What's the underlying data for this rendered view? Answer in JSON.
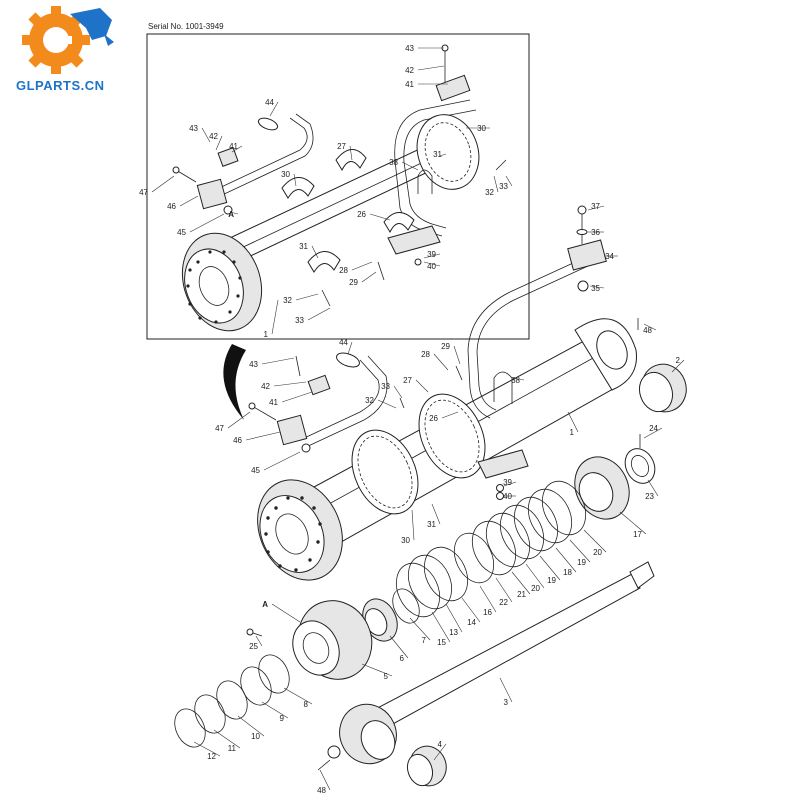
{
  "brand": {
    "name": "GLPARTS.CN",
    "colors": {
      "orange": "#f28a1c",
      "blue": "#1e73c8"
    }
  },
  "inset": {
    "serial_text": "Serial No. 1001-3949"
  },
  "callouts": [
    {
      "id": "i43",
      "text": "43"
    },
    {
      "id": "i42",
      "text": "42"
    },
    {
      "id": "i41",
      "text": "41"
    },
    {
      "id": "i44",
      "text": "44"
    },
    {
      "id": "i30a",
      "text": "30"
    },
    {
      "id": "i31a",
      "text": "31"
    },
    {
      "id": "i38",
      "text": "38"
    },
    {
      "id": "i32a",
      "text": "32"
    },
    {
      "id": "i33a",
      "text": "33"
    },
    {
      "id": "i43b",
      "text": "43"
    },
    {
      "id": "i42b",
      "text": "42"
    },
    {
      "id": "i41b",
      "text": "41"
    },
    {
      "id": "i47",
      "text": "47"
    },
    {
      "id": "i46",
      "text": "46"
    },
    {
      "id": "iA",
      "text": "A"
    },
    {
      "id": "i45",
      "text": "45"
    },
    {
      "id": "i27",
      "text": "27"
    },
    {
      "id": "i30b",
      "text": "30"
    },
    {
      "id": "i26",
      "text": "26"
    },
    {
      "id": "i31b",
      "text": "31"
    },
    {
      "id": "i39",
      "text": "39"
    },
    {
      "id": "i40",
      "text": "40"
    },
    {
      "id": "i29",
      "text": "29"
    },
    {
      "id": "i28",
      "text": "28"
    },
    {
      "id": "i32b",
      "text": "32"
    },
    {
      "id": "i33b",
      "text": "33"
    },
    {
      "id": "i1",
      "text": "1"
    },
    {
      "id": "m37",
      "text": "37"
    },
    {
      "id": "m36",
      "text": "36"
    },
    {
      "id": "m34",
      "text": "34"
    },
    {
      "id": "m35",
      "text": "35"
    },
    {
      "id": "m48a",
      "text": "48"
    },
    {
      "id": "m2",
      "text": "2"
    },
    {
      "id": "m29",
      "text": "29"
    },
    {
      "id": "m28",
      "text": "28"
    },
    {
      "id": "m38",
      "text": "38"
    },
    {
      "id": "m44",
      "text": "44"
    },
    {
      "id": "m43",
      "text": "43"
    },
    {
      "id": "m42",
      "text": "42"
    },
    {
      "id": "m41",
      "text": "41"
    },
    {
      "id": "m33",
      "text": "33"
    },
    {
      "id": "m32",
      "text": "32"
    },
    {
      "id": "m27",
      "text": "27"
    },
    {
      "id": "m26",
      "text": "26"
    },
    {
      "id": "m1",
      "text": "1"
    },
    {
      "id": "m47",
      "text": "47"
    },
    {
      "id": "m46",
      "text": "46"
    },
    {
      "id": "m45",
      "text": "45"
    },
    {
      "id": "m39",
      "text": "39"
    },
    {
      "id": "m40",
      "text": "40"
    },
    {
      "id": "m30",
      "text": "30"
    },
    {
      "id": "m31",
      "text": "31"
    },
    {
      "id": "m24",
      "text": "24"
    },
    {
      "id": "m23",
      "text": "23"
    },
    {
      "id": "m17",
      "text": "17"
    },
    {
      "id": "m20a",
      "text": "20"
    },
    {
      "id": "m19a",
      "text": "19"
    },
    {
      "id": "m18",
      "text": "18"
    },
    {
      "id": "m19b",
      "text": "19"
    },
    {
      "id": "m20b",
      "text": "20"
    },
    {
      "id": "m21",
      "text": "21"
    },
    {
      "id": "m22",
      "text": "22"
    },
    {
      "id": "m16",
      "text": "16"
    },
    {
      "id": "m14",
      "text": "14"
    },
    {
      "id": "m13",
      "text": "13"
    },
    {
      "id": "m15",
      "text": "15"
    },
    {
      "id": "m7",
      "text": "7"
    },
    {
      "id": "m6",
      "text": "6"
    },
    {
      "id": "m5",
      "text": "5"
    },
    {
      "id": "mA",
      "text": "A"
    },
    {
      "id": "m25",
      "text": "25"
    },
    {
      "id": "m8",
      "text": "8"
    },
    {
      "id": "m9",
      "text": "9"
    },
    {
      "id": "m10",
      "text": "10"
    },
    {
      "id": "m11",
      "text": "11"
    },
    {
      "id": "m12",
      "text": "12"
    },
    {
      "id": "m3",
      "text": "3"
    },
    {
      "id": "m4",
      "text": "4"
    },
    {
      "id": "m48b",
      "text": "48"
    }
  ]
}
